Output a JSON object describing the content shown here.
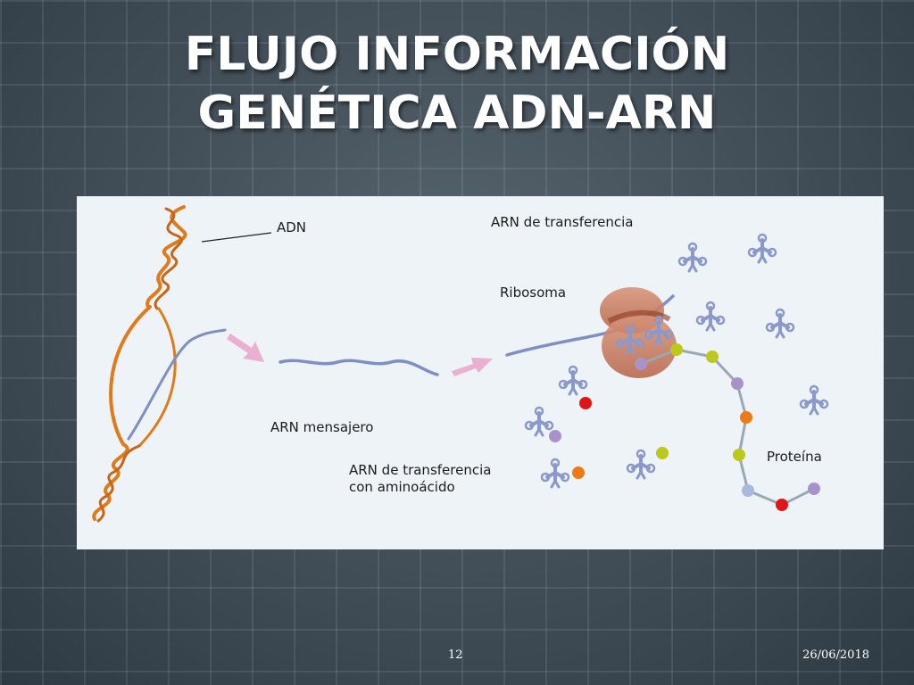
{
  "slide": {
    "title_line1": "FLUJO INFORMACIÓN",
    "title_line2": "GENÉTICA ADN-ARN",
    "page_number": "12",
    "date": "26/06/2018"
  },
  "diagram": {
    "labels": {
      "adn": "ADN",
      "arn_transferencia": "ARN de transferencia",
      "ribosoma": "Ribosoma",
      "arn_mensajero": "ARN mensajero",
      "arn_transferencia_aa_line1": "ARN de transferencia",
      "arn_transferencia_aa_line2": "con aminoácido",
      "proteina": "Proteína"
    },
    "colors": {
      "dna_strand": "#e07a1a",
      "rna_strand": "#7f8fc4",
      "ribosome": "#c97d62",
      "arrow": "#eab0d2",
      "trna": "#8a98cc",
      "amino_red": "#e01616",
      "amino_orange": "#ee7a16",
      "amino_yellow": "#bcc81a",
      "amino_lilac": "#a793c9"
    }
  }
}
